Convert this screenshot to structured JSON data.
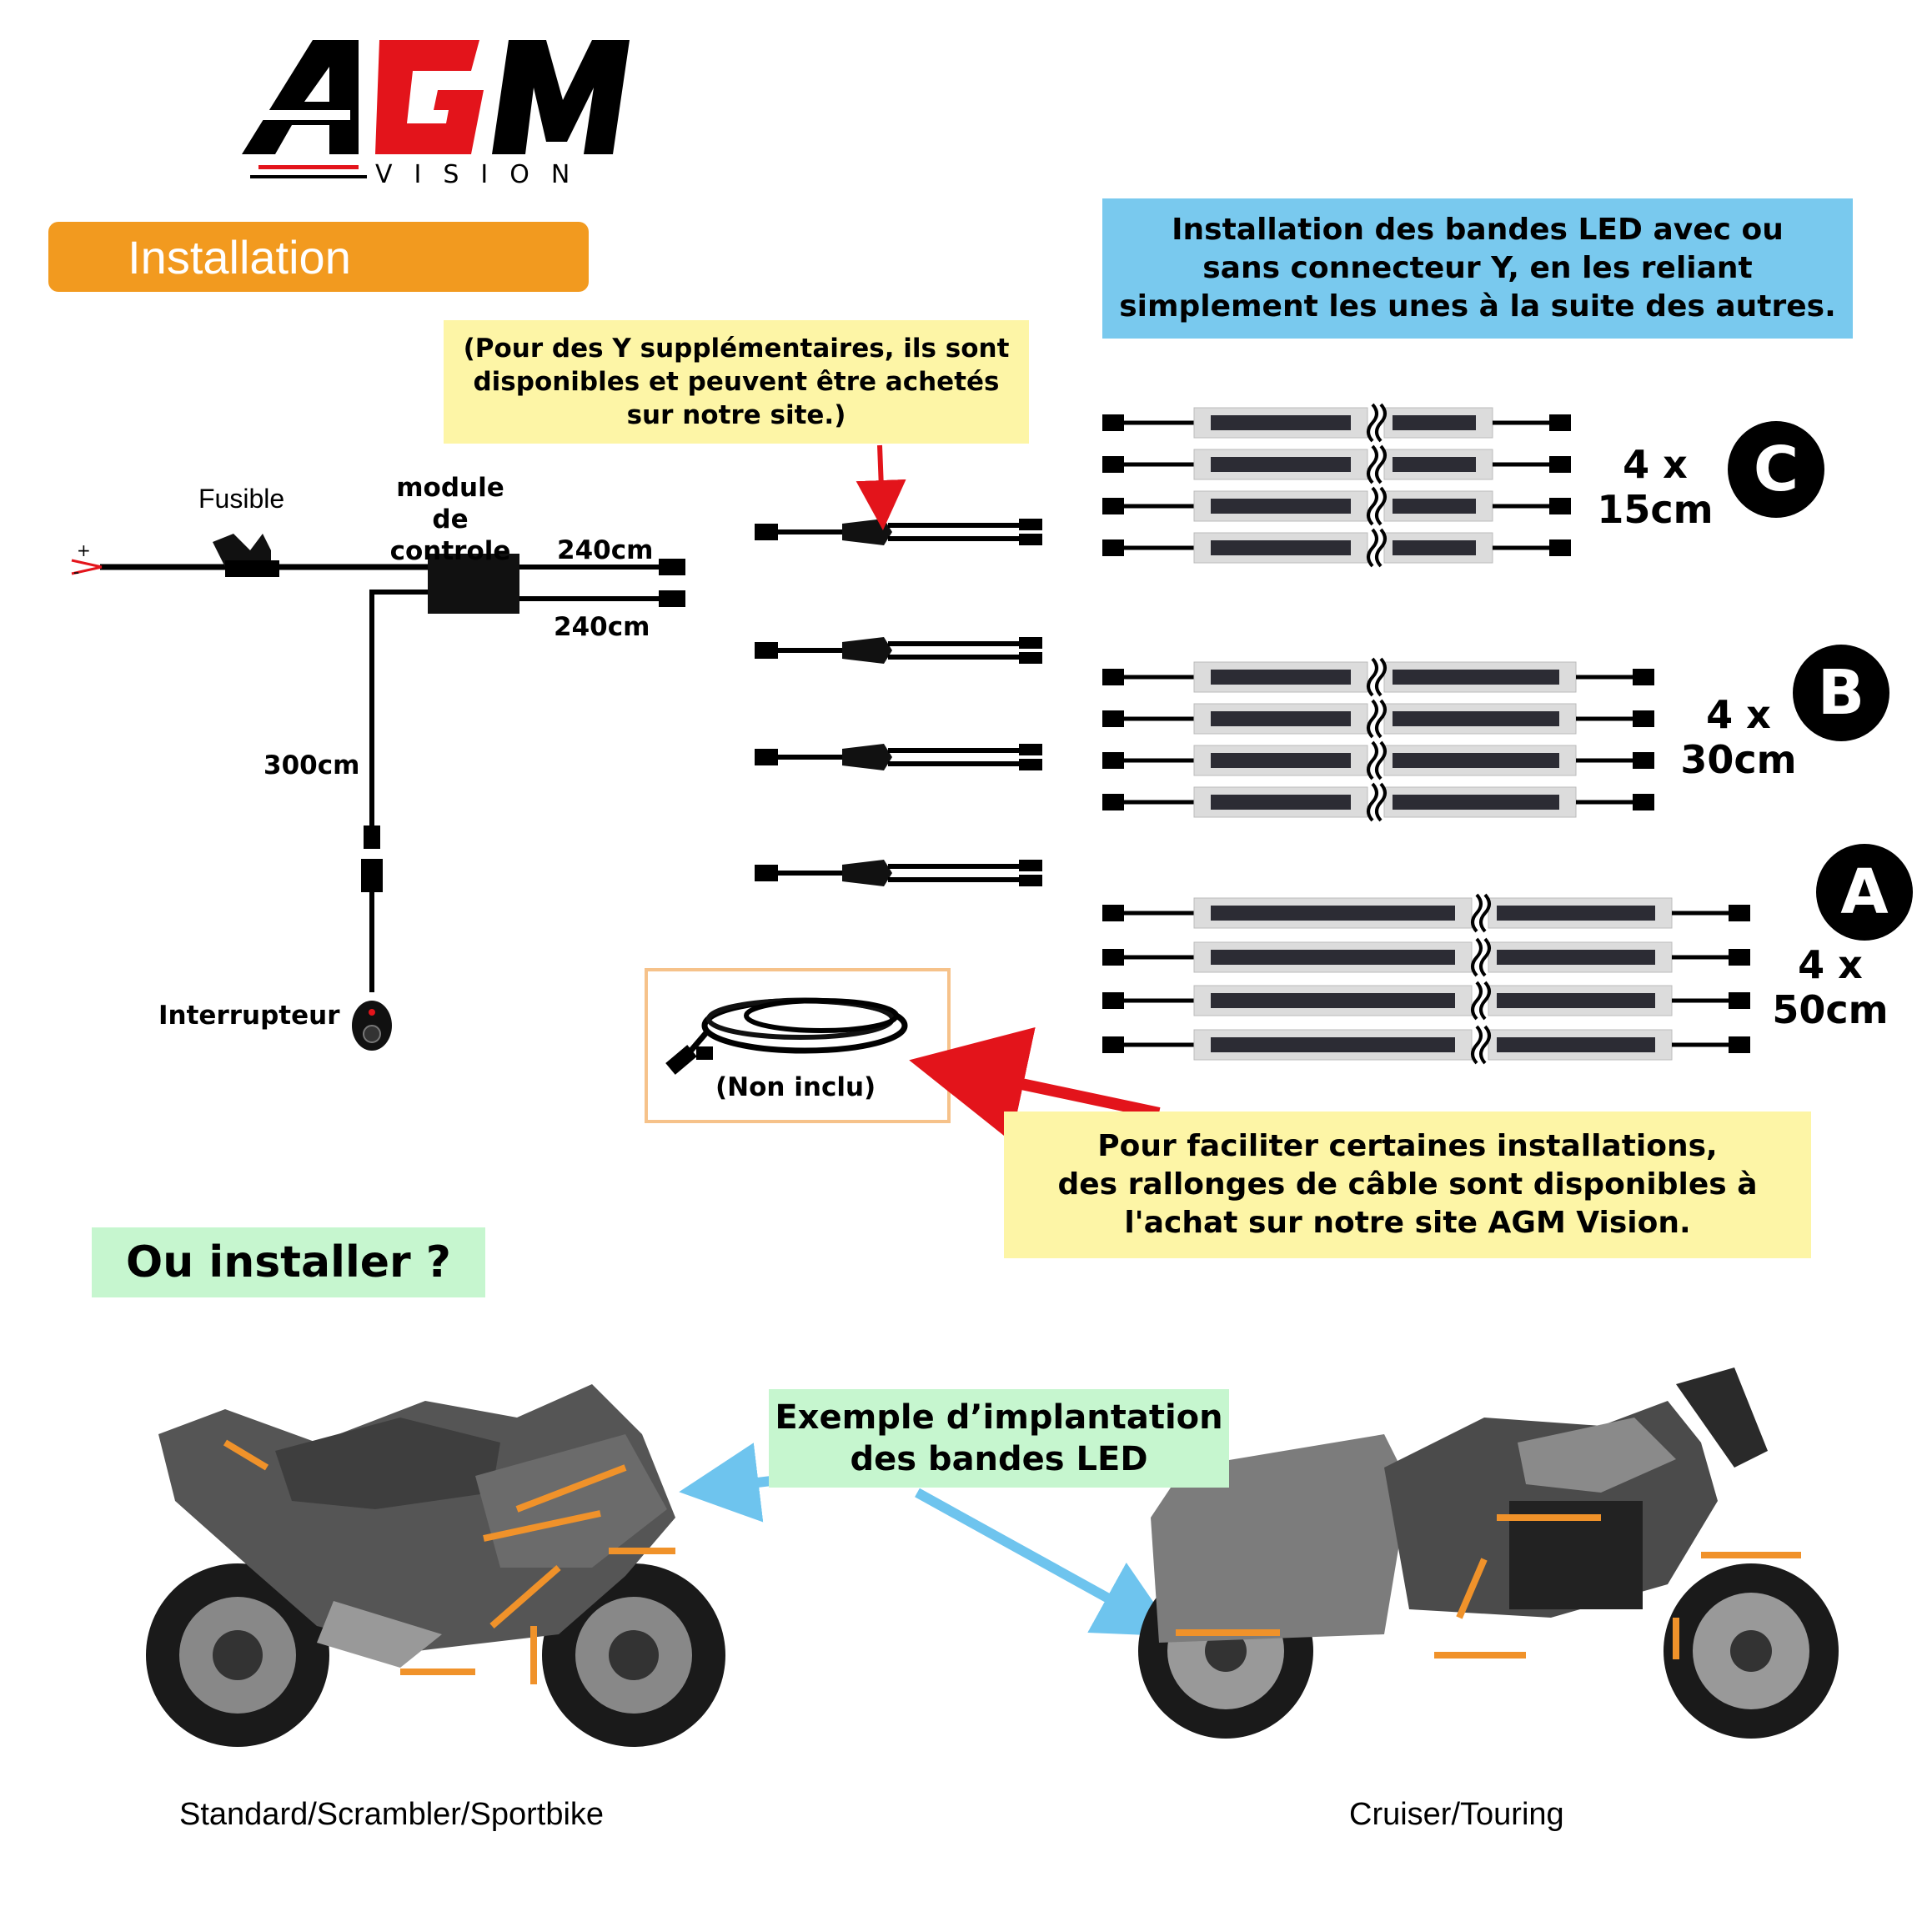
{
  "brand": {
    "logo_main": "AGM",
    "logo_sub": "VISION"
  },
  "section": {
    "install_title": "Installation",
    "where_title": "Ou installer ?"
  },
  "colors": {
    "orange": "#f29a1f",
    "red": "#e3141b",
    "yellow_box": "#fdf5a6",
    "blue_box": "#79c9ee",
    "green_box": "#c6f6cf",
    "led_accent": "#f0922a",
    "arrow_blue": "#6ec4ee"
  },
  "notes": {
    "blue": [
      "Installation des bandes LED avec ou",
      "sans connecteur Y, en les reliant",
      "simplement les unes à la suite des autres."
    ],
    "y_extra": [
      "(Pour des Y supplémentaires, ils sont",
      "disponibles et peuvent être achetés",
      "sur notre site.)"
    ],
    "extension": [
      "Pour faciliter certaines installations,",
      "des rallonges de câble sont disponibles à",
      "l'achat sur notre site AGM Vision."
    ],
    "not_included": "(Non inclu)",
    "example": [
      "Exemple d’implantation",
      "des bandes LED"
    ]
  },
  "wiring": {
    "fuse": "Fusible",
    "module": [
      "module de",
      "controle"
    ],
    "out1": "240cm",
    "out2": "240cm",
    "switch_cable": "300cm",
    "switch": "Interrupteur",
    "plus": "+",
    "minus": "-"
  },
  "kits": [
    {
      "letter": "C",
      "count": "4 x",
      "length": "15cm"
    },
    {
      "letter": "B",
      "count": "4 x",
      "length": "30cm"
    },
    {
      "letter": "A",
      "count": "4 x",
      "length": "50cm"
    }
  ],
  "bikes": {
    "left": "Standard/Scrambler/Sportbike",
    "right": "Cruiser/Touring"
  }
}
